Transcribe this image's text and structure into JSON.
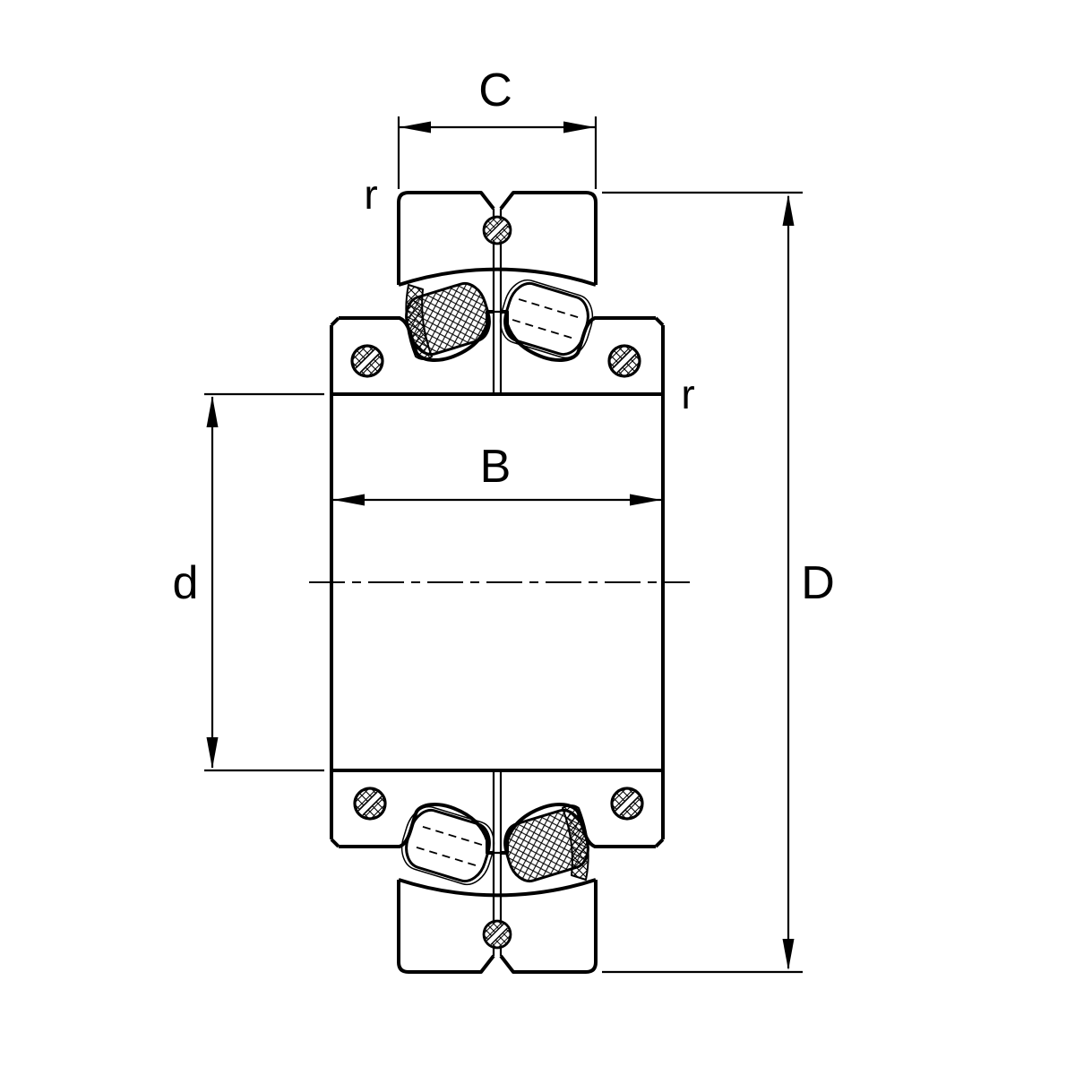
{
  "diagram": {
    "description": "Cross-section technical drawing of a split spherical roller bearing with dimension annotations",
    "background_color": "#ffffff",
    "line_color": "#000000",
    "labels": {
      "outer_ring_width": "C",
      "chamfer_top": "r",
      "inner_ring_width": "B",
      "bore_diameter": "d",
      "outside_diameter": "D",
      "chamfer_side": "r"
    }
  }
}
